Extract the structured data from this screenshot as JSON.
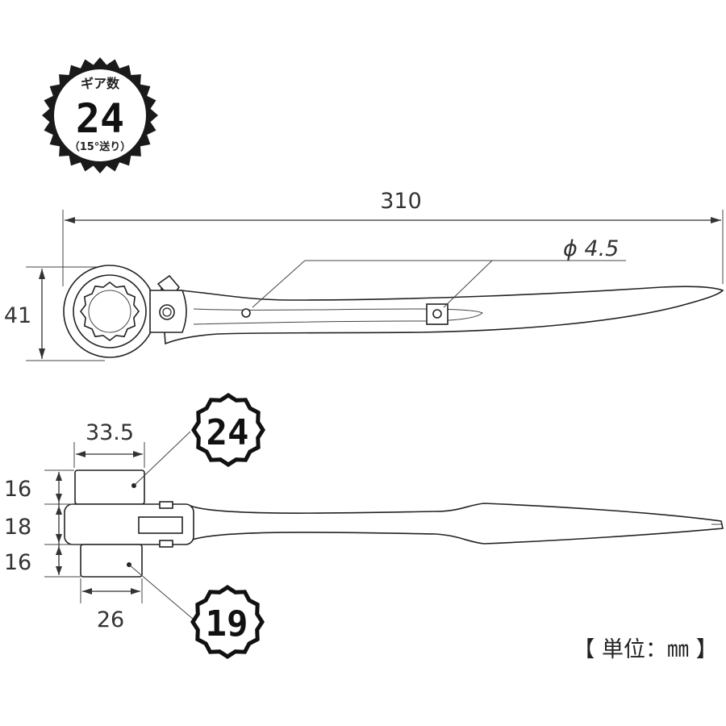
{
  "badge": {
    "label": "ギア数",
    "value": "24",
    "note": "（15°送り）"
  },
  "dimensions": {
    "length": "310",
    "hole_diameter": "ϕ 4.5",
    "head_height": "41",
    "socket_large_width": "33.5",
    "socket_large_depth": "16",
    "body_thickness": "18",
    "socket_small_depth": "16",
    "socket_small_width": "26"
  },
  "sockets": {
    "large": "24",
    "small": "19"
  },
  "unit_label": "【 単位：㎜ 】"
}
